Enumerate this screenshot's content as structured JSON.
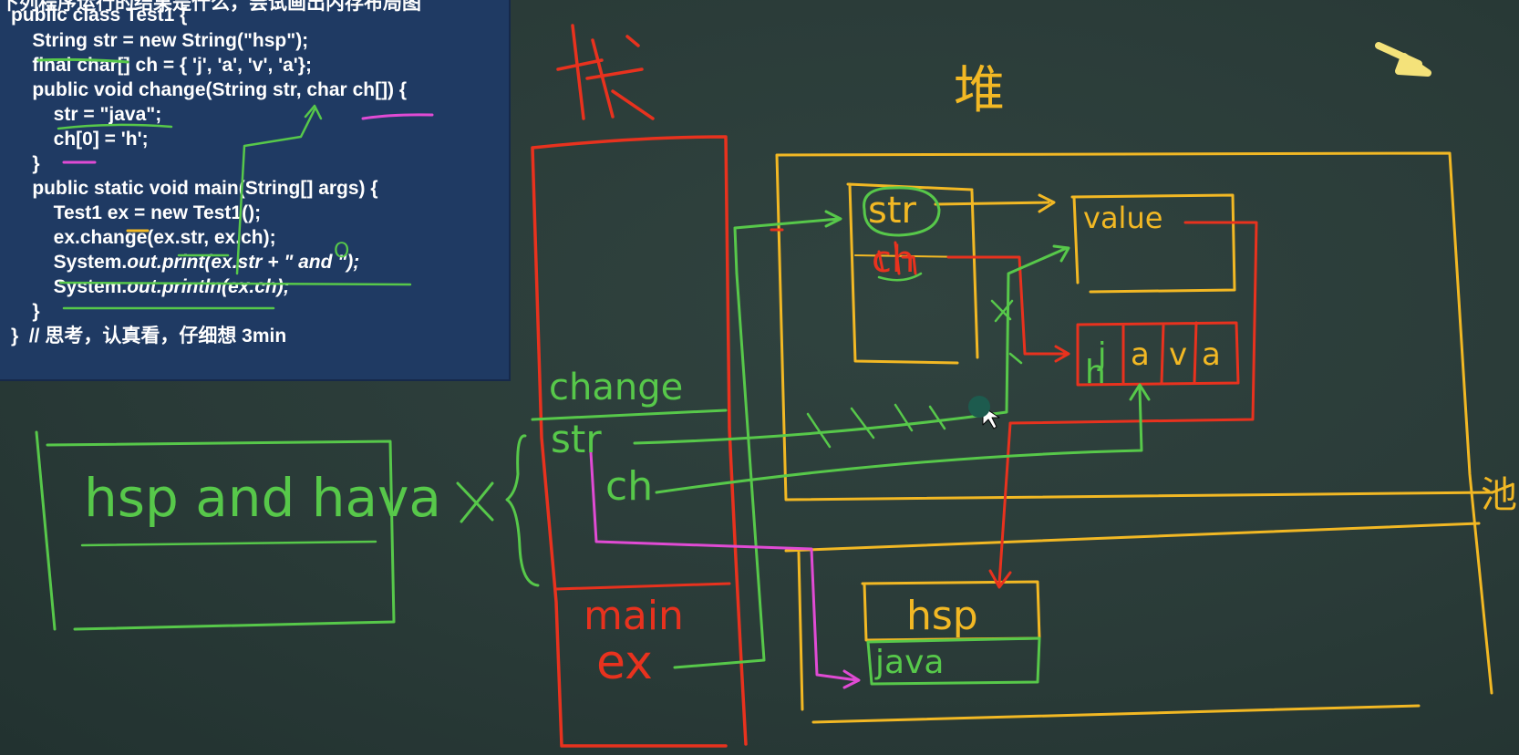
{
  "code": {
    "top_cut": "下列程序运行的结果是什么，尝试画出内存布局图",
    "lines": [
      "public class Test1 {",
      "    String str = new String(\"hsp\");",
      "    final char[] ch = { 'j', 'a', 'v', 'a'};",
      "    public void change(String str, char ch[]) {",
      "        str = \"java\";",
      "        ch[0] = 'h';",
      "    }",
      "    public static void main(String[] args) {",
      "        Test1 ex = new Test1();",
      "        ex.change(ex.str, ex.ch);",
      "        System.out.print(ex.str + \" and \");",
      "        System.out.println(ex.ch);",
      "    }",
      "}  // 思考，认真看，仔细想 3min"
    ]
  },
  "annotations": {
    "stack_label": "栈",
    "heap_label": "堆",
    "pool_label": "池",
    "change_frame": "change",
    "main_frame": "main",
    "change_str": "str",
    "change_ch": "ch",
    "main_ex": "ex",
    "obj_str": "str",
    "obj_ch": "ch",
    "value_label": "value",
    "array_cells": [
      "j",
      "a",
      "v",
      "a"
    ],
    "array_overwrite": "h",
    "pool_hsp": "hsp",
    "pool_java": "java",
    "output": "hsp and hava",
    "wrong_mark": "X",
    "circle_mark": "O"
  },
  "colors": {
    "board": "#2b3d3a",
    "code_bg": "#1f3a63",
    "red": "#e8321e",
    "yellow": "#f2b824",
    "green": "#57c84a",
    "magenta": "#e04bd4",
    "arrow": "#f4e27a"
  }
}
